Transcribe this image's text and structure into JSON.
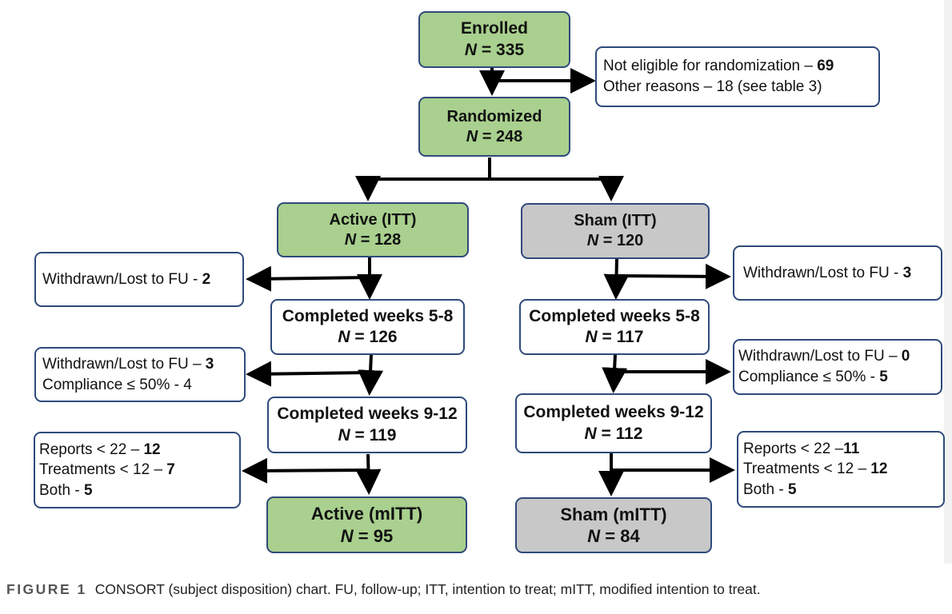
{
  "enrolled": {
    "title": "Enrolled",
    "n": "335"
  },
  "excluded": {
    "line1_text": "Not eligible for randomization – ",
    "line1_value": "69",
    "line2_text": "Other reasons – 18 (see table 3)"
  },
  "randomized": {
    "title": "Randomized",
    "n": "248"
  },
  "n_prefix": "N",
  "n_equals": " = ",
  "active": {
    "title": "Active (ITT)",
    "n": "128",
    "withdrawn1_text": "Withdrawn/Lost to FU - ",
    "withdrawn1_value": "2",
    "week58_title": "Completed weeks 5-8",
    "week58_n": "126",
    "withdrawn2_text": "Withdrawn/Lost to FU – ",
    "withdrawn2_value": "3",
    "compliance2": " Compliance ≤ 50% - 4",
    "week912_title": "Completed weeks 9-12",
    "week912_n": "119",
    "reports_text": "Reports < 22 – ",
    "reports_value": "12",
    "treatments_text": "Treatments < 12 – ",
    "treatments_value": "7",
    "both_text": "Both - ",
    "both_value": "5",
    "mitt_title": "Active (mITT)",
    "mitt_n": "95"
  },
  "sham": {
    "title": "Sham (ITT)",
    "n": "120",
    "withdrawn1_text": "Withdrawn/Lost to FU - ",
    "withdrawn1_value": "3",
    "week58_title": "Completed weeks 5-8",
    "week58_n": "117",
    "withdrawn2_text": "Withdrawn/Lost to FU – ",
    "withdrawn2_value": "0",
    "compliance2_text": "Compliance ≤ 50% - ",
    "compliance2_value": "5",
    "week912_title": "Completed weeks 9-12",
    "week912_n": "112",
    "reports_text": "Reports < 22 –",
    "reports_value": "11",
    "treatments_text": "Treatments < 12 – ",
    "treatments_value": "12",
    "both_text": "Both - ",
    "both_value": "5",
    "mitt_title": "Sham (mITT)",
    "mitt_n": "84"
  },
  "caption": {
    "label": "FIGURE 1",
    "text": "CONSORT (subject disposition) chart. FU, follow-up; ITT, intention to treat; mITT, modified intention to treat."
  },
  "colors": {
    "active_fill": "#a9d08e",
    "sham_fill": "#c8c8c8",
    "border": "#2f4a7a",
    "arrow": "#000000"
  }
}
